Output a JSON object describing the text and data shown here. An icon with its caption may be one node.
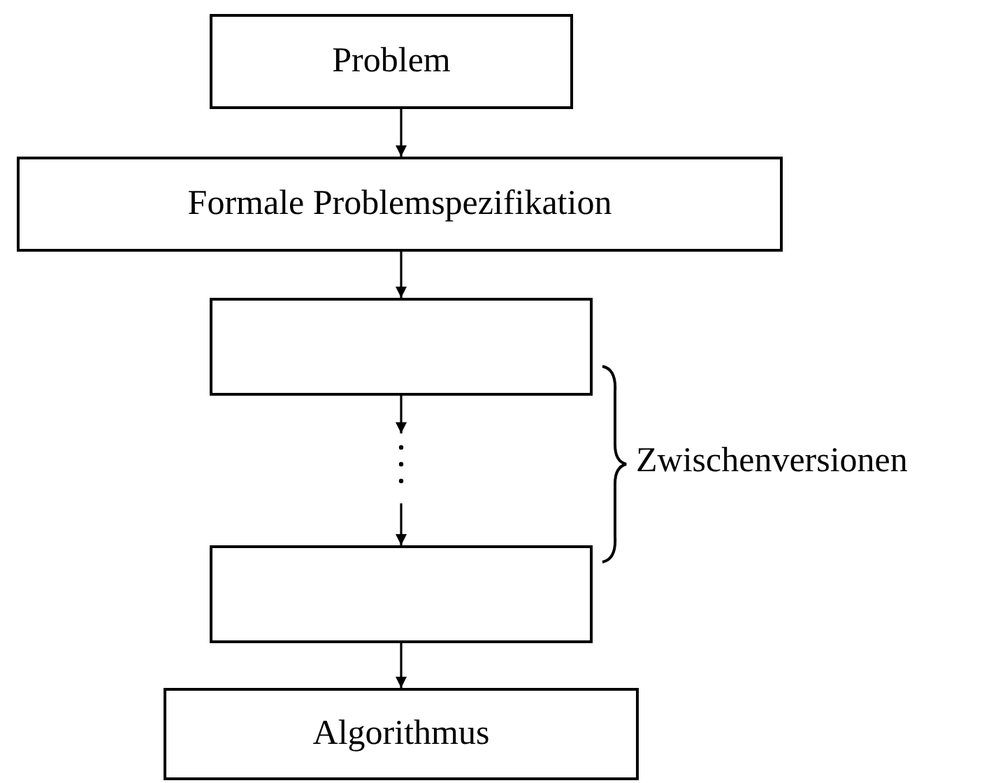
{
  "diagram": {
    "nodes": [
      {
        "text": [
          "Problem"
        ]
      },
      {
        "text": [
          "Formale Problemspezifikation"
        ]
      },
      {
        "text": [],
        "shape": "box"
      },
      {
        "text": [],
        "shape": "box"
      },
      {
        "text": [
          "Algorithmus"
        ]
      }
    ],
    "edges": [
      {
        "from": 0,
        "to": 1,
        "arrow": "to"
      },
      {
        "from": 1,
        "to": 2,
        "arrow": "to"
      },
      {
        "from": 2,
        "to": null,
        "arrow": "to"
      },
      {
        "from": null,
        "to": 3,
        "arrow": "to"
      },
      {
        "from": 3,
        "to": 4,
        "arrow": "to"
      }
    ],
    "labels": [
      "Zwischenversionen"
    ]
  }
}
